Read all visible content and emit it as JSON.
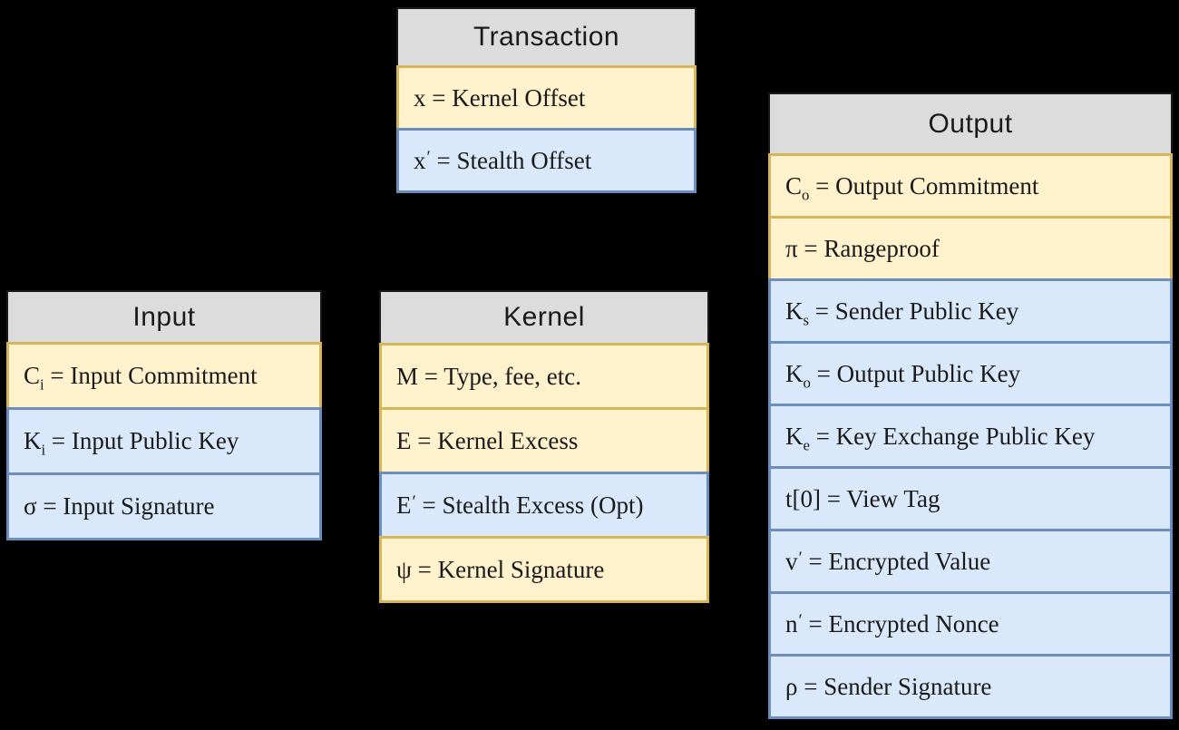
{
  "colors": {
    "background": "#000000",
    "header_fill": "#dcdcdc",
    "header_border": "#1a1a1a",
    "yellow_fill": "#fff2cc",
    "yellow_border": "#d6b656",
    "blue_fill": "#dae8fc",
    "blue_border": "#6c8ebf",
    "text": "#1a1a1a"
  },
  "boxes": {
    "transaction": {
      "title": "Transaction",
      "rows": [
        {
          "sym": "x",
          "rest": "= Kernel Offset",
          "type": "yellow"
        },
        {
          "sym": "x",
          "prime": true,
          "rest": "= Stealth Offset",
          "type": "blue"
        }
      ]
    },
    "input": {
      "title": "Input",
      "rows": [
        {
          "sym": "C",
          "sub": "i",
          "rest": "= Input Commitment",
          "type": "yellow"
        },
        {
          "sym": "K",
          "sub": "i",
          "rest": "= Input Public Key",
          "type": "blue"
        },
        {
          "sym": "σ",
          "rest": "= Input Signature",
          "type": "blue"
        }
      ]
    },
    "kernel": {
      "title": "Kernel",
      "rows": [
        {
          "sym": "M",
          "rest": "= Type, fee, etc.",
          "type": "yellow"
        },
        {
          "sym": "E",
          "rest": "= Kernel Excess",
          "type": "yellow"
        },
        {
          "sym": "E",
          "prime": true,
          "rest": "= Stealth Excess (Opt)",
          "type": "blue"
        },
        {
          "sym": "ψ",
          "rest": "= Kernel Signature",
          "type": "yellow"
        }
      ]
    },
    "output": {
      "title": "Output",
      "rows": [
        {
          "sym": "C",
          "sub": "o",
          "rest": "= Output Commitment",
          "type": "yellow"
        },
        {
          "sym": "π",
          "rest": "= Rangeproof",
          "type": "yellow"
        },
        {
          "sym": "K",
          "sub": "s",
          "rest": "= Sender Public Key",
          "type": "blue"
        },
        {
          "sym": "K",
          "sub": "o",
          "rest": "= Output Public Key",
          "type": "blue"
        },
        {
          "sym": "K",
          "sub": "e",
          "rest": "= Key Exchange Public Key",
          "type": "blue"
        },
        {
          "sym": "t[0]",
          "rest": "= View Tag",
          "type": "blue"
        },
        {
          "sym": "v",
          "prime": true,
          "rest": "= Encrypted Value",
          "type": "blue"
        },
        {
          "sym": "n",
          "prime": true,
          "rest": "= Encrypted Nonce",
          "type": "blue"
        },
        {
          "sym": "ρ",
          "rest": "= Sender Signature",
          "type": "blue"
        }
      ]
    }
  }
}
